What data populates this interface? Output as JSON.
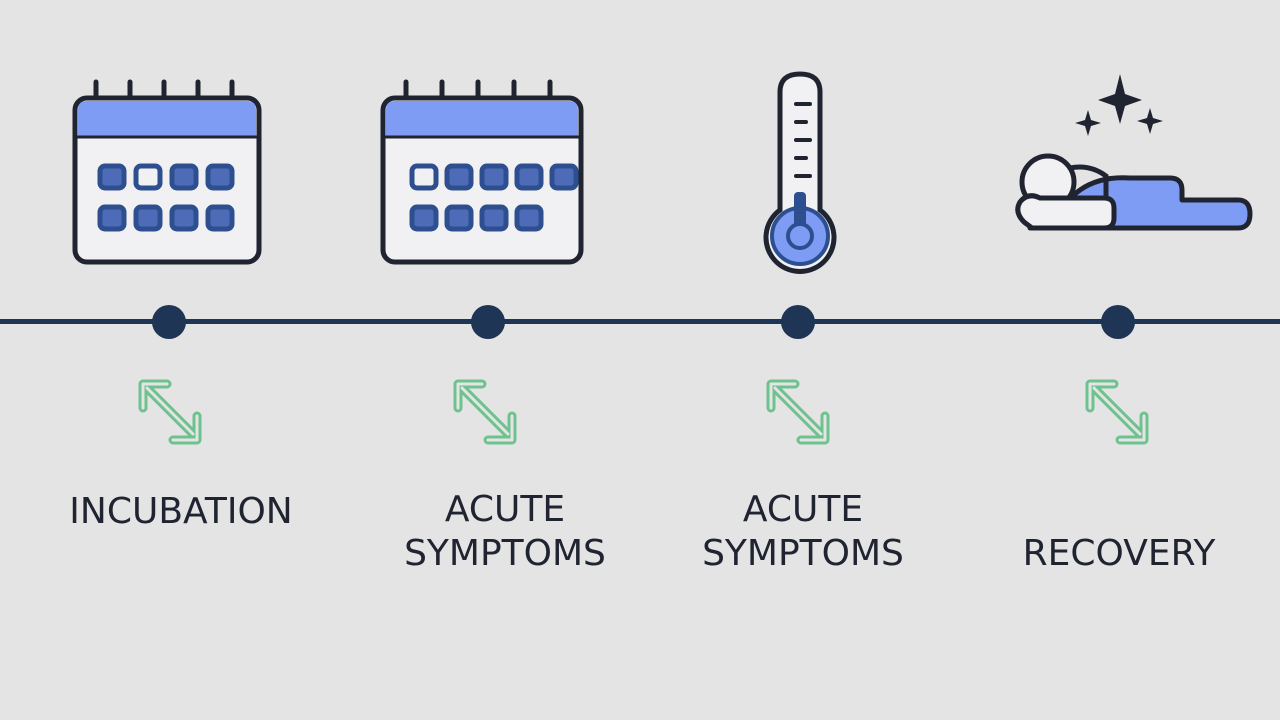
{
  "stages": [
    {
      "line1": "",
      "line2": "INCUBATION",
      "icon": "calendar-icon"
    },
    {
      "line1": "ACUTE",
      "line2": "SYMPTOMS",
      "icon": "calendar-icon"
    },
    {
      "line1": "ACUTE",
      "line2": "SYMPTOMS",
      "icon": "thermometer-icon"
    },
    {
      "line1": "",
      "line2": "RECOVERY",
      "icon": "sleeping-person-icon"
    }
  ],
  "colors": {
    "background": "#e4e4e5",
    "timeline": "#1e3555",
    "accent": "#7f9cf5",
    "arrow": "#6ec28e",
    "outline": "#1f2430"
  }
}
